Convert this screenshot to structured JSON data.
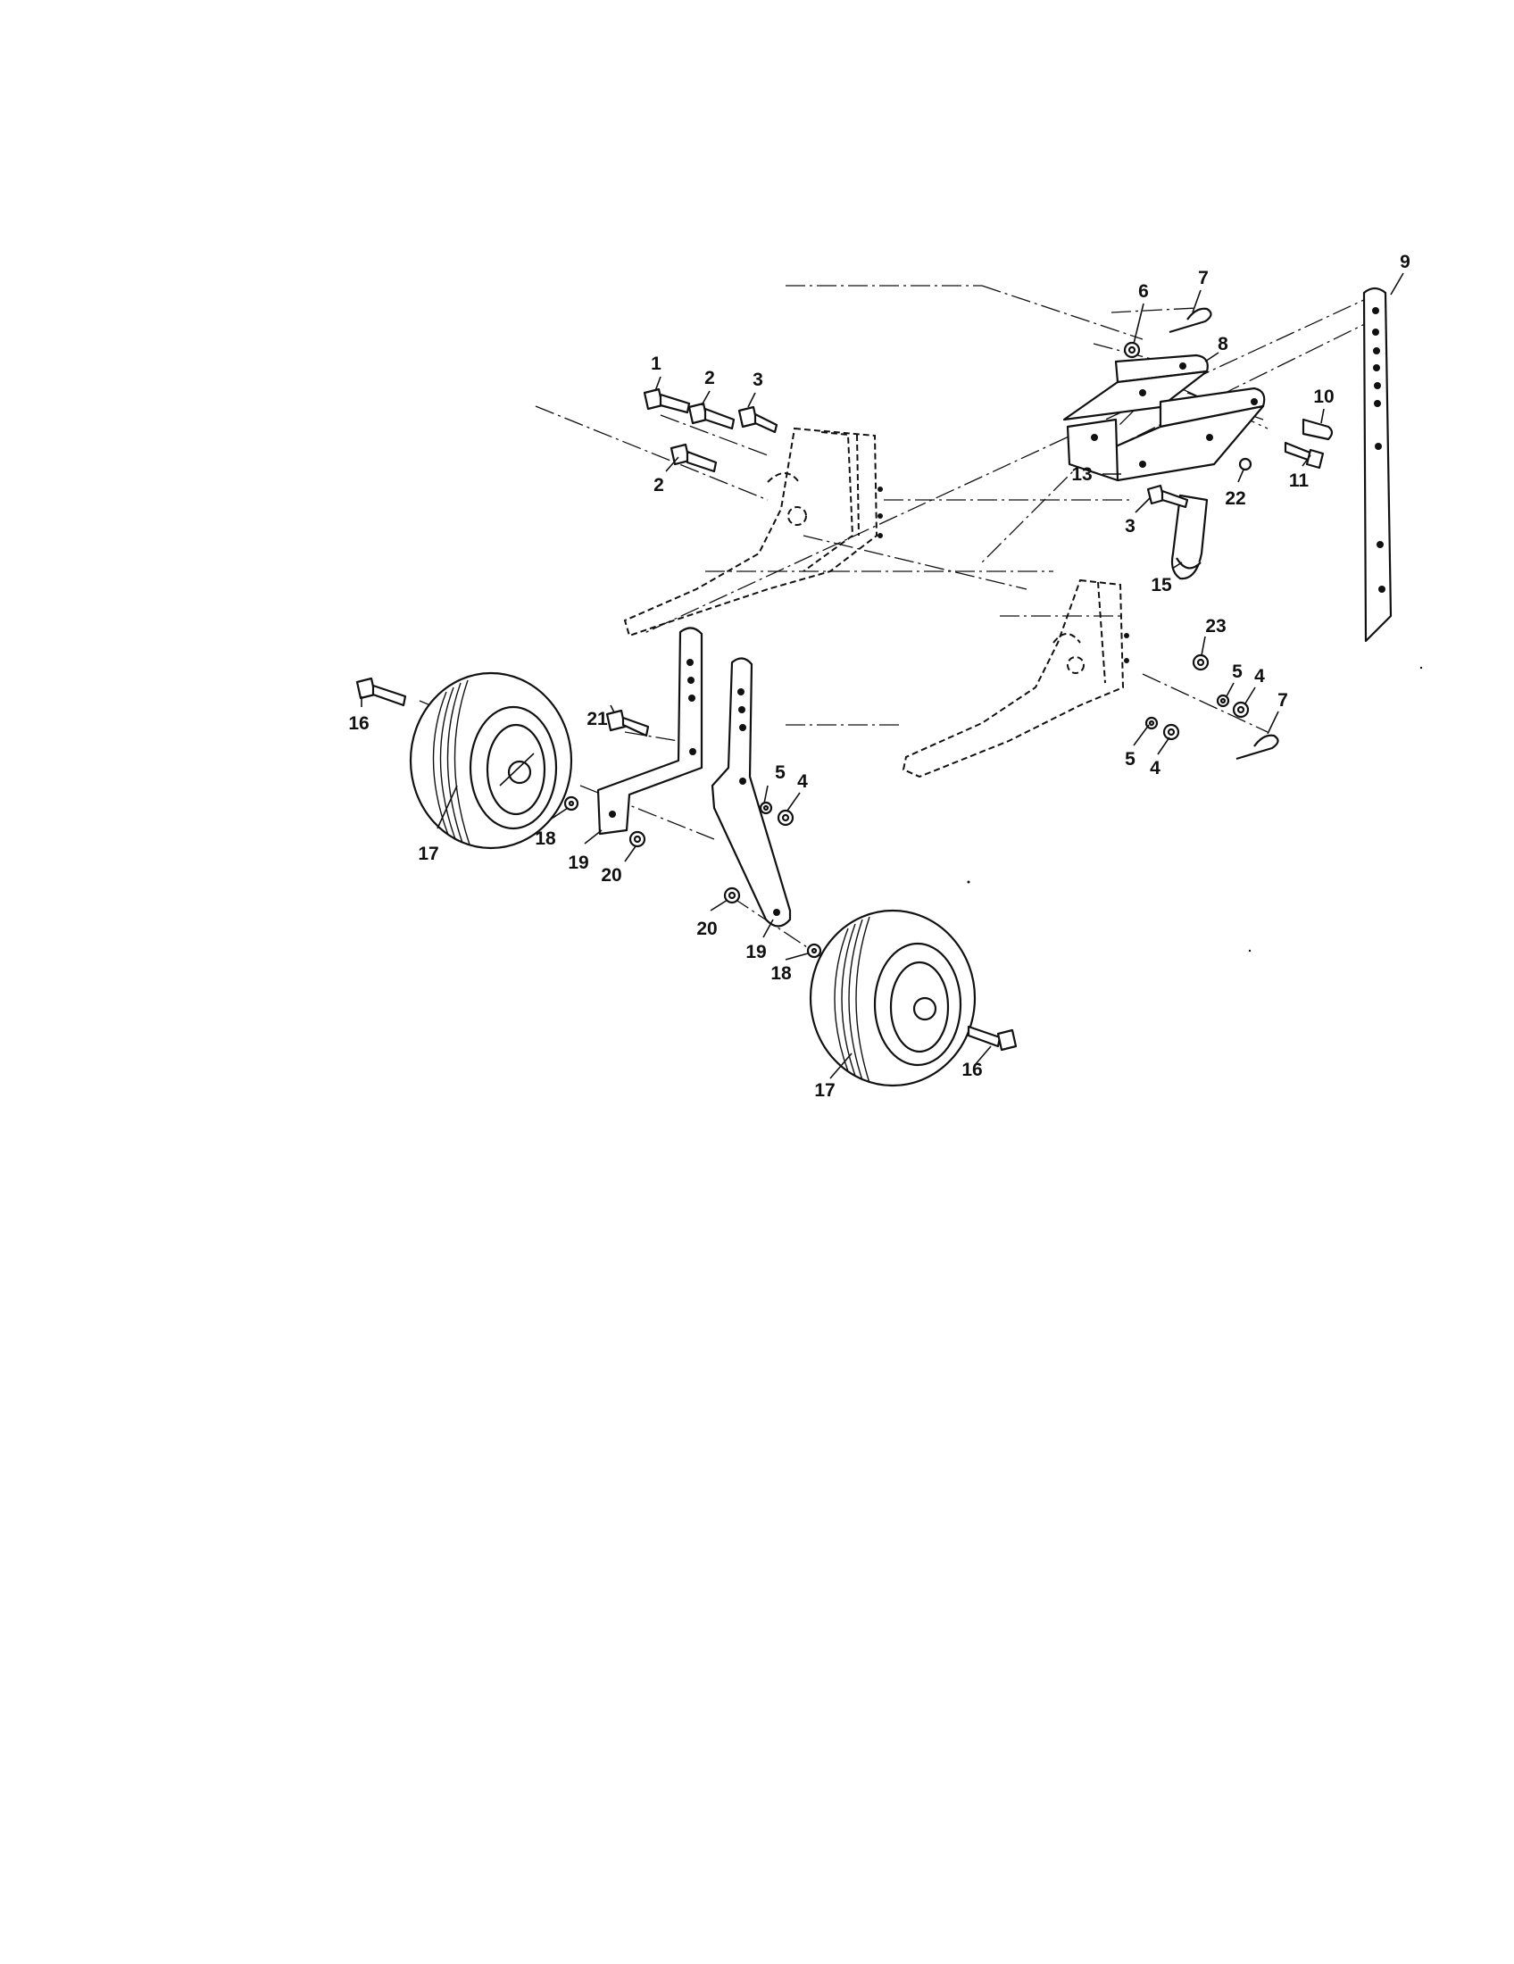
{
  "diagram": {
    "type": "exploded-parts-view",
    "callouts": [
      {
        "id": "c1",
        "label": "1"
      },
      {
        "id": "c2a",
        "label": "2"
      },
      {
        "id": "c2b",
        "label": "2"
      },
      {
        "id": "c3a",
        "label": "3"
      },
      {
        "id": "c3b",
        "label": "3"
      },
      {
        "id": "c4a",
        "label": "4"
      },
      {
        "id": "c4b",
        "label": "4"
      },
      {
        "id": "c4c",
        "label": "4"
      },
      {
        "id": "c5a",
        "label": "5"
      },
      {
        "id": "c5b",
        "label": "5"
      },
      {
        "id": "c5c",
        "label": "5"
      },
      {
        "id": "c6",
        "label": "6"
      },
      {
        "id": "c7a",
        "label": "7"
      },
      {
        "id": "c7b",
        "label": "7"
      },
      {
        "id": "c8",
        "label": "8"
      },
      {
        "id": "c9",
        "label": "9"
      },
      {
        "id": "c10",
        "label": "10"
      },
      {
        "id": "c11",
        "label": "11"
      },
      {
        "id": "c13",
        "label": "13"
      },
      {
        "id": "c15",
        "label": "15"
      },
      {
        "id": "c16a",
        "label": "16"
      },
      {
        "id": "c16b",
        "label": "16"
      },
      {
        "id": "c17a",
        "label": "17"
      },
      {
        "id": "c17b",
        "label": "17"
      },
      {
        "id": "c18a",
        "label": "18"
      },
      {
        "id": "c18b",
        "label": "18"
      },
      {
        "id": "c19a",
        "label": "19"
      },
      {
        "id": "c19b",
        "label": "19"
      },
      {
        "id": "c20a",
        "label": "20"
      },
      {
        "id": "c20b",
        "label": "20"
      },
      {
        "id": "c21",
        "label": "21"
      },
      {
        "id": "c22",
        "label": "22"
      },
      {
        "id": "c23",
        "label": "23"
      }
    ]
  }
}
